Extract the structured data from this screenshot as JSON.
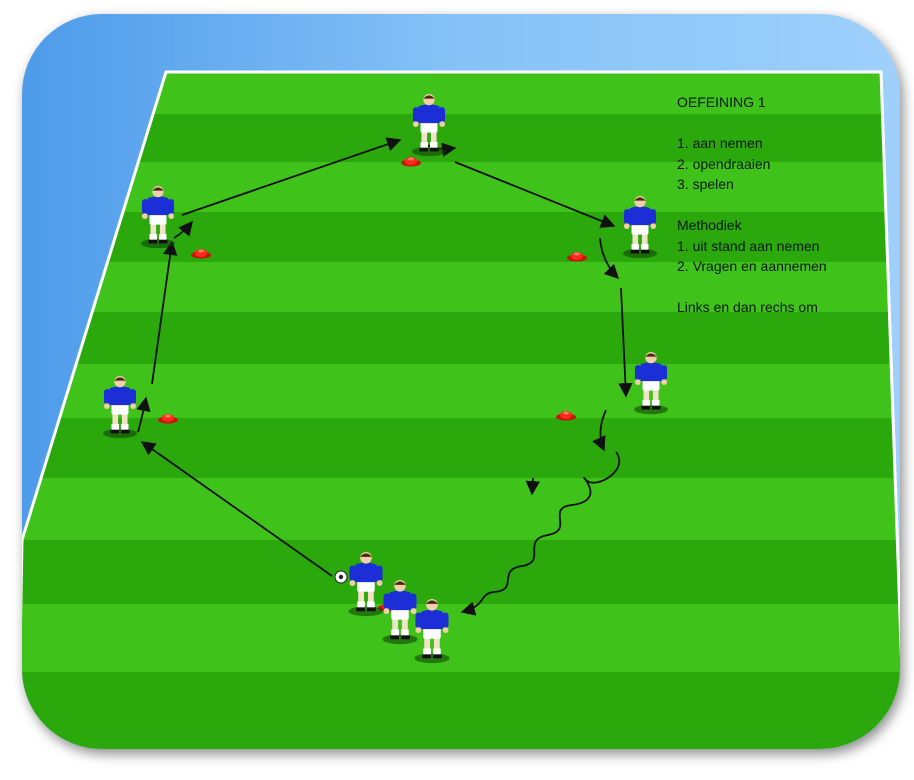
{
  "info": {
    "title": "OEFEINING 1",
    "steps": [
      "1. aan nemen",
      "2. opendraaien",
      "3. spelen"
    ],
    "method_title": "Methodiek",
    "method": [
      "1. uit stand aan nemen",
      "2. Vragen en aannemen"
    ],
    "note": "Links en dan rechs om"
  },
  "colors": {
    "field_light": "#3fc21a",
    "field_dark": "#2aa80c",
    "surround": "#5aa6ee",
    "jersey": "#1c2fd6",
    "cone": "#ff2a1a"
  },
  "icons": [
    "player-icon",
    "cone-icon",
    "ball-icon",
    "pass-arrow",
    "dribble-arrow"
  ]
}
